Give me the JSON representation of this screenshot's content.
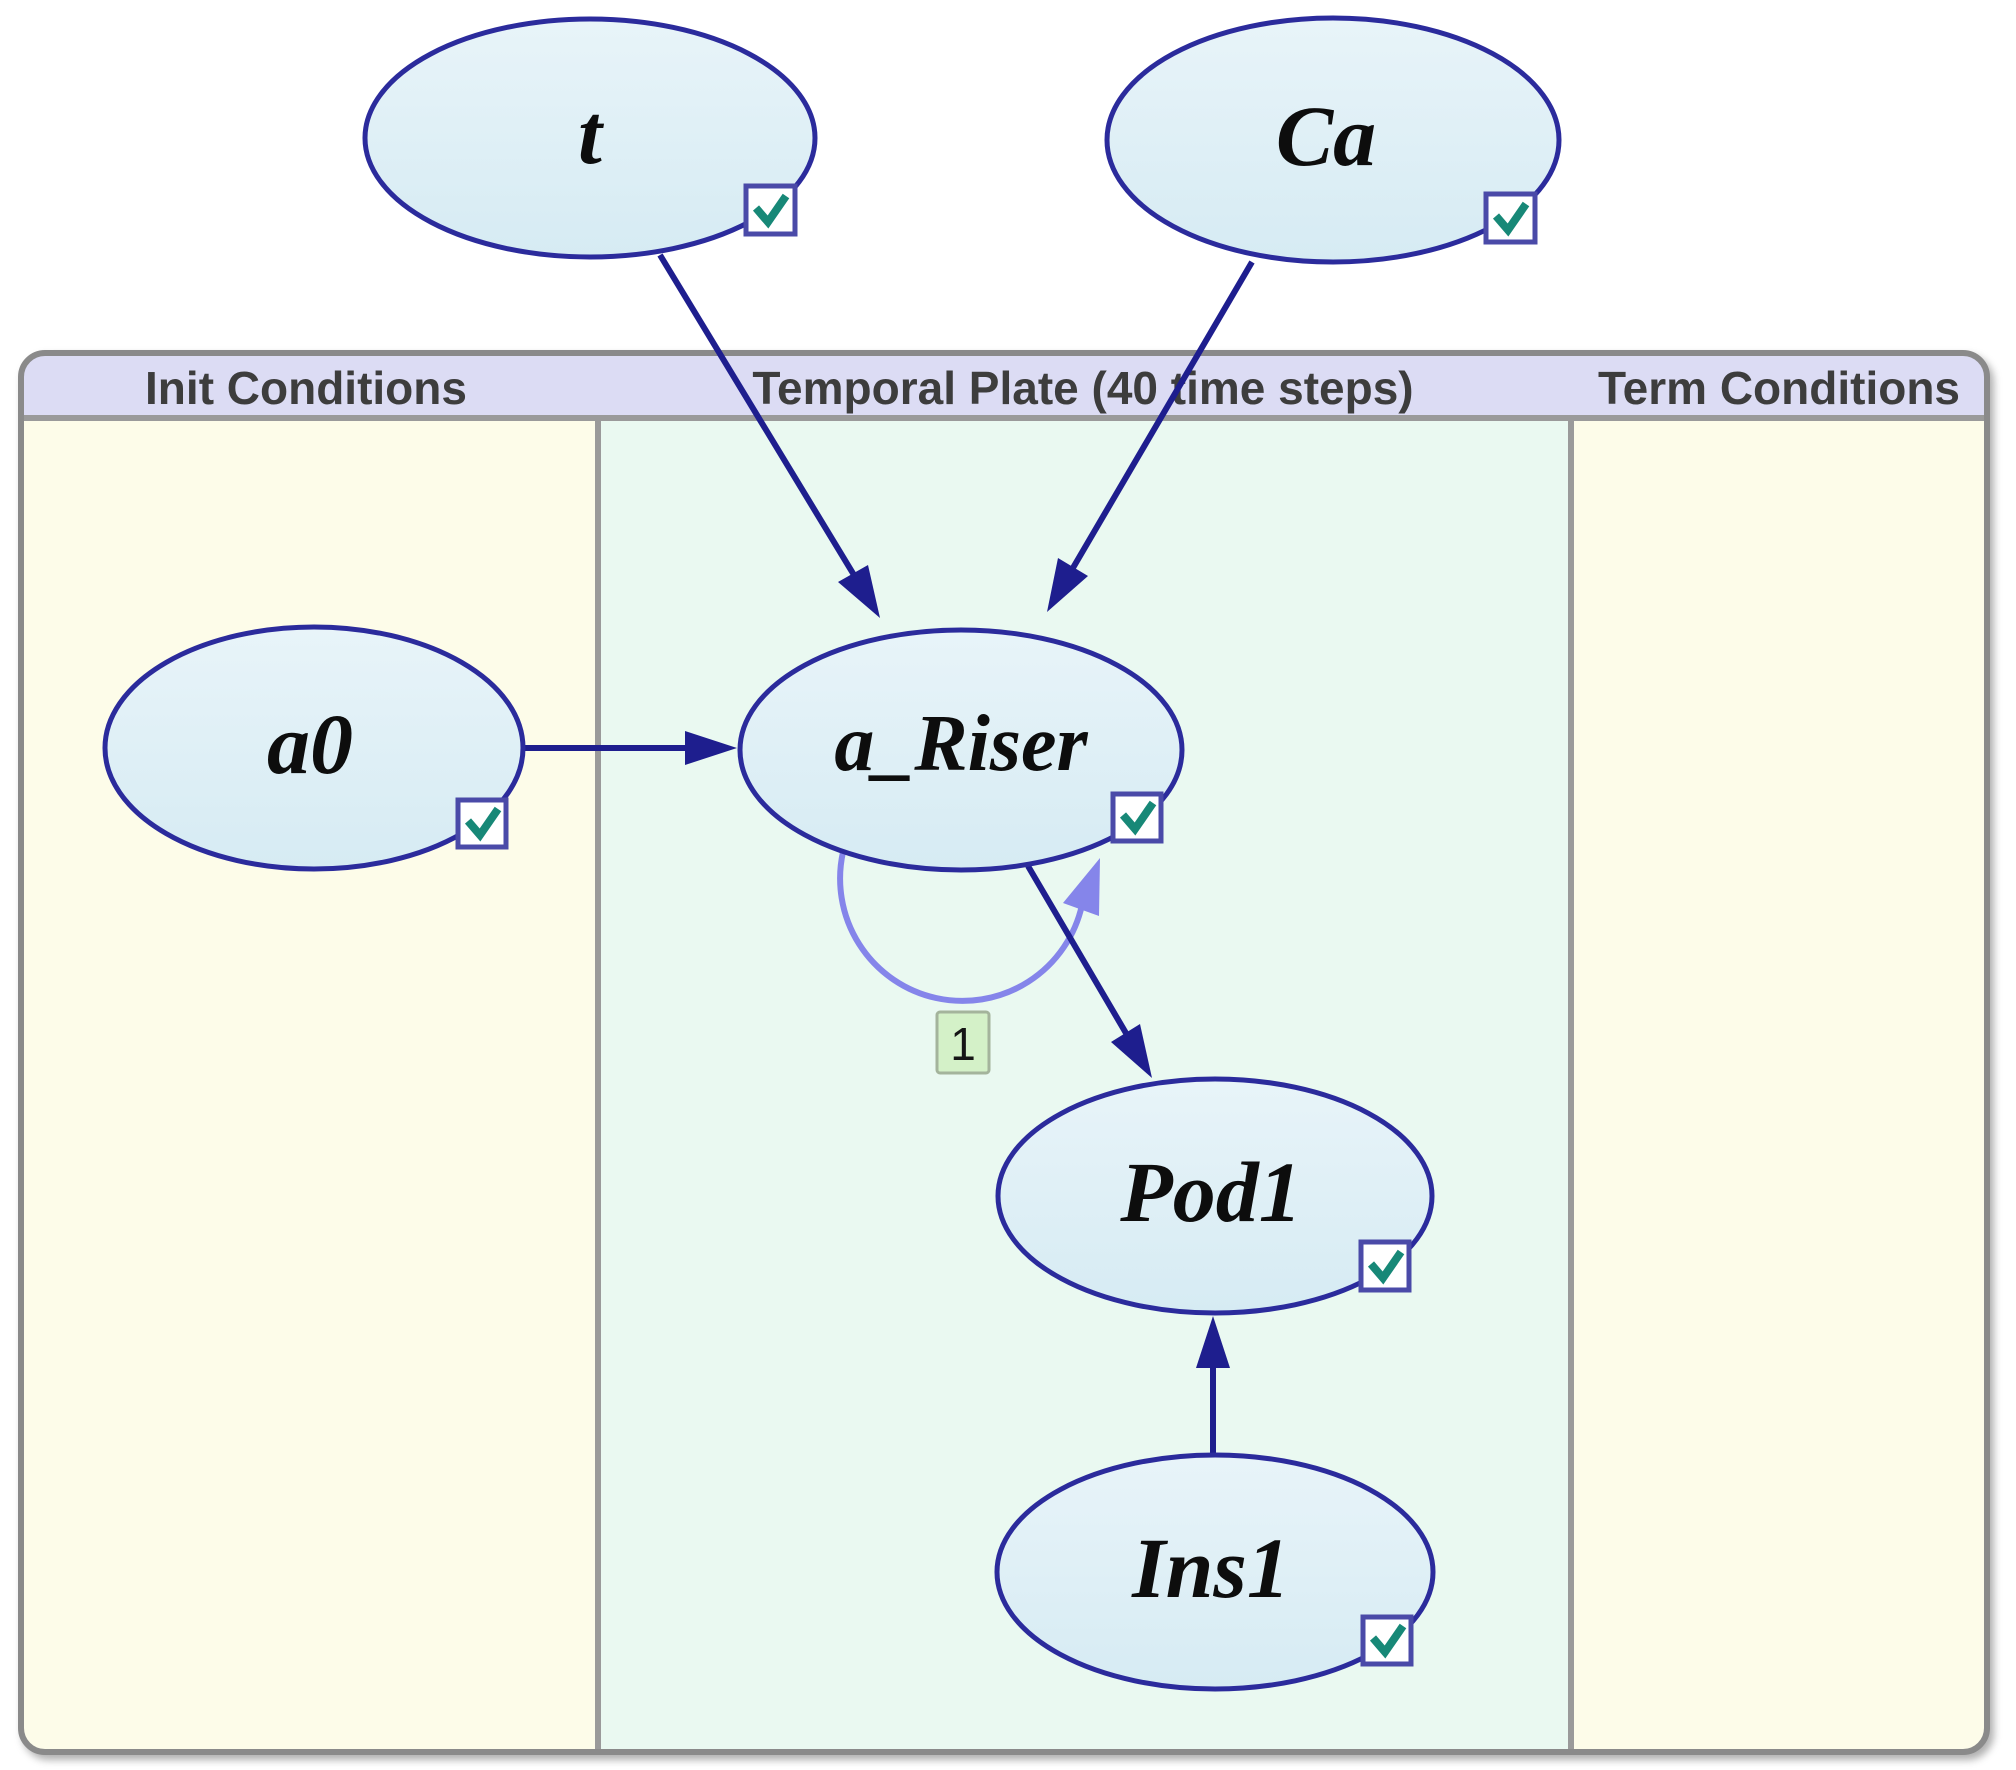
{
  "panel": {
    "headers": {
      "init": "Init Conditions",
      "plate": "Temporal Plate (40 time steps)",
      "term": "Term Conditions"
    }
  },
  "nodes": {
    "t": {
      "label": "t",
      "checked": true
    },
    "ca": {
      "label": "Ca",
      "checked": true
    },
    "a0": {
      "label": "a0",
      "checked": true
    },
    "a_riser": {
      "label": "a_Riser",
      "checked": true
    },
    "pod1": {
      "label": "Pod1",
      "checked": true
    },
    "ins1": {
      "label": "Ins1",
      "checked": true
    }
  },
  "edges": [
    {
      "from": "t",
      "to": "a_Riser"
    },
    {
      "from": "Ca",
      "to": "a_Riser"
    },
    {
      "from": "a0",
      "to": "a_Riser"
    },
    {
      "from": "a_Riser",
      "to": "Pod1"
    },
    {
      "from": "Ins1",
      "to": "Pod1"
    },
    {
      "from": "a_Riser",
      "to": "a_Riser",
      "type": "temporal",
      "delay": "1"
    }
  ],
  "temporal_arc": {
    "delay_label": "1"
  },
  "colors": {
    "node_fill": "#ddeef5",
    "node_border": "#2b2b9c",
    "edge": "#1e1e8e",
    "temporal_edge": "#8585ea",
    "plate_bg": "#eaf9f1",
    "condition_bg": "#fdfce9",
    "header_bg": "#dcdcf4",
    "panel_border": "#8a8a8a",
    "checkmark": "#178877",
    "checkbox_border": "#4a4aa8",
    "delay_badge_bg": "#d4f1c8"
  }
}
